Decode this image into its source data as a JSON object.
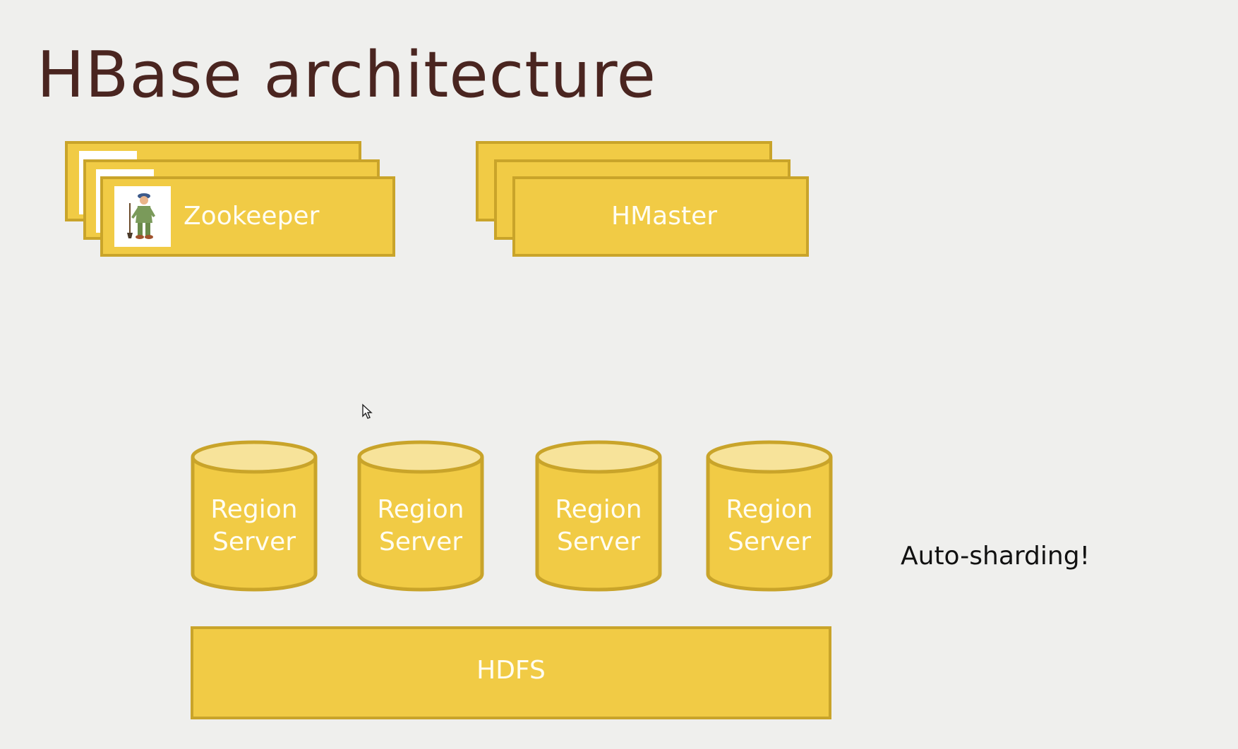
{
  "slide": {
    "title": "HBase architecture",
    "colors": {
      "background": "#efefed",
      "box_fill": "#f1cb45",
      "box_border": "#c9a42a",
      "cylinder_top": "#f7e39a",
      "title_color": "#4a2520"
    }
  },
  "diagram": {
    "zookeeper": {
      "label": "Zookeeper",
      "icon": "zookeeper-figure-icon"
    },
    "hmaster": {
      "label": "HMaster"
    },
    "region_servers": [
      {
        "line1": "Region",
        "line2": "Server"
      },
      {
        "line1": "Region",
        "line2": "Server"
      },
      {
        "line1": "Region",
        "line2": "Server"
      },
      {
        "line1": "Region",
        "line2": "Server"
      }
    ],
    "hdfs": {
      "label": "HDFS"
    },
    "note": "Auto-sharding!"
  }
}
